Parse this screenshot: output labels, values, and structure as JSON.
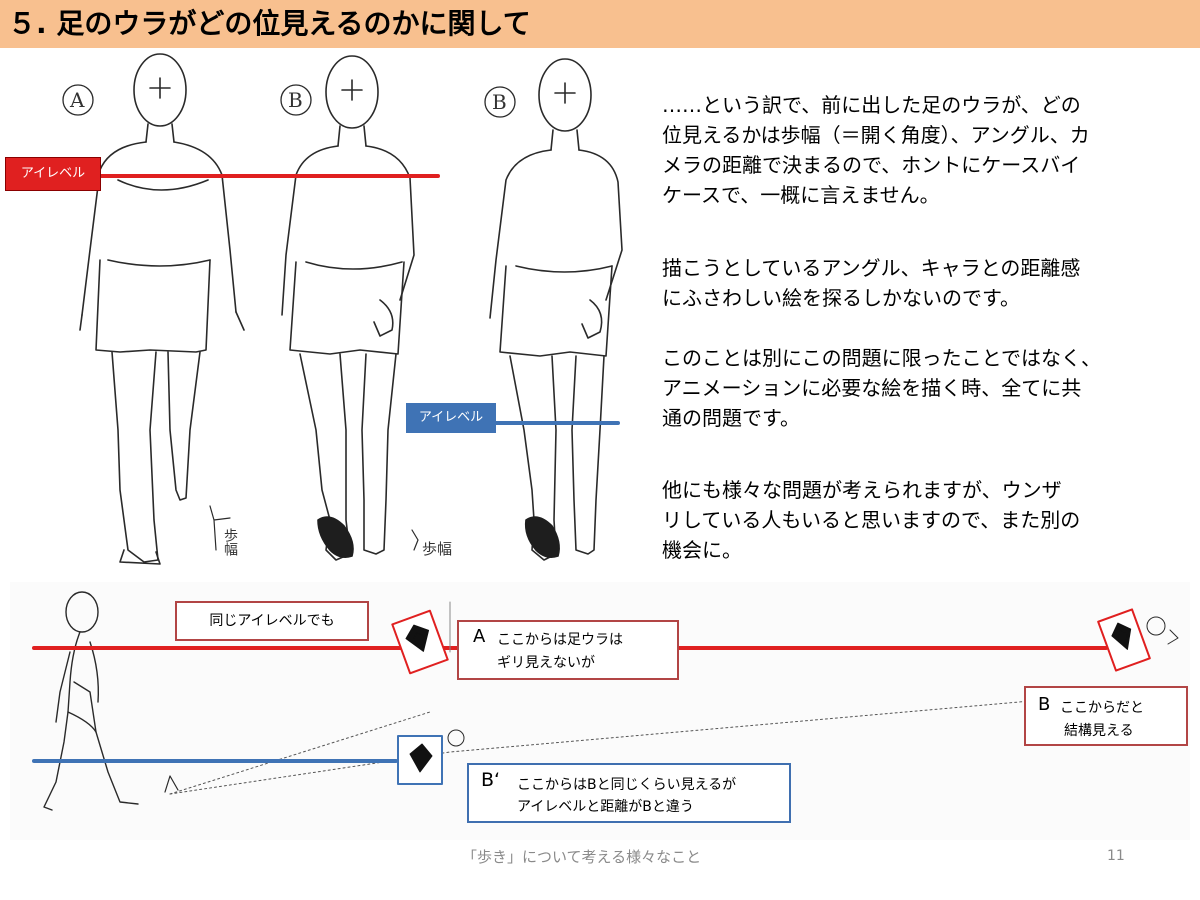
{
  "slide": {
    "title": "５. 足のウラがどの位見えるのかに関して",
    "footer": "「歩き」について考える様々なこと",
    "page_number": "11"
  },
  "figure_front": {
    "labels": [
      "A",
      "B",
      "B"
    ],
    "eyelevel_red": "アイレベル",
    "eyelevel_blue": "アイレベル",
    "stride_notes": [
      "歩幅",
      "歩幅"
    ]
  },
  "body": {
    "p1": [
      "……という訳で、前に出した足のウラが、どの",
      "位見えるかは歩幅（＝開く角度）、アングル、カ",
      "メラの距離で決まるので、ホントにケースバイ",
      "ケースで、一概に言えません。"
    ],
    "p2": [
      "描こうとしているアングル、キャラとの距離感",
      "にふさわしい絵を探るしかないのです。"
    ],
    "p3": [
      "このことは別にこの問題に限ったことではなく、",
      "アニメーションに必要な絵を描く時、全てに共",
      "通の問題です。"
    ],
    "p4": [
      "他にも様々な問題が考えられますが、ウンザ",
      "リしている人もいると思いますので、また別の",
      "機会に。"
    ]
  },
  "figure_side": {
    "same_eyelevel": "同じアイレベルでも",
    "a": {
      "letter": "A",
      "line1": "ここからは足ウラは",
      "line2": "ギリ見えないが"
    },
    "b": {
      "letter": "B",
      "line1": "ここからだと",
      "line2": "結構見える"
    },
    "bp": {
      "letter": "B‘",
      "line1": "ここからはBと同じくらい見えるが",
      "line2": "アイレベルと距離がBと違う"
    }
  },
  "colors": {
    "title_bg": "#f8c08f",
    "red": "#e02020",
    "blue": "#3f73b5",
    "callout_red": "#b24545",
    "callout_blue": "#3f6fb0"
  }
}
